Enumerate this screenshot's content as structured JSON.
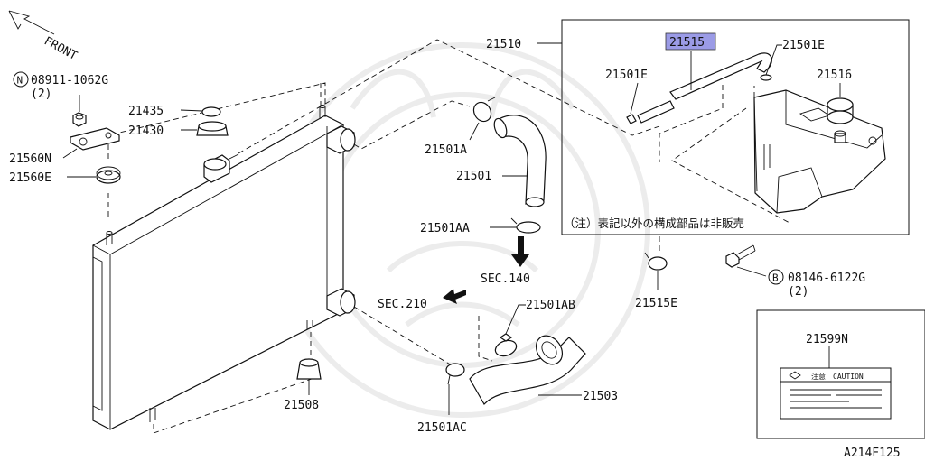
{
  "diagram_id": "A214F125",
  "front_label": "FRONT",
  "parts": {
    "p08911": {
      "prefix": "N",
      "number": "08911-1062G",
      "qty": "(2)"
    },
    "p21435": "21435",
    "p21430": "21430",
    "p21560N": "21560N",
    "p21560E": "21560E",
    "p21510": "21510",
    "p21515": "21515",
    "p21501E_left": "21501E",
    "p21501E_right": "21501E",
    "p21516": "21516",
    "p21501A": "21501A",
    "p21501": "21501",
    "p21501AA": "21501AA",
    "p21501AB": "21501AB",
    "p21503": "21503",
    "p21508": "21508",
    "p21501AC": "21501AC",
    "p21515E": "21515E",
    "p08146": {
      "prefix": "B",
      "number": "08146-6122G",
      "qty": "(2)"
    },
    "p21599N": "21599N"
  },
  "sections": {
    "sec140": "SEC.140",
    "sec210": "SEC.210"
  },
  "note": "（注）表記以外の構成部品は非販売",
  "caution_label": {
    "jp": "注意",
    "en": "CAUTION"
  },
  "colors": {
    "highlight": "#9b9be6",
    "line": "#111111"
  }
}
